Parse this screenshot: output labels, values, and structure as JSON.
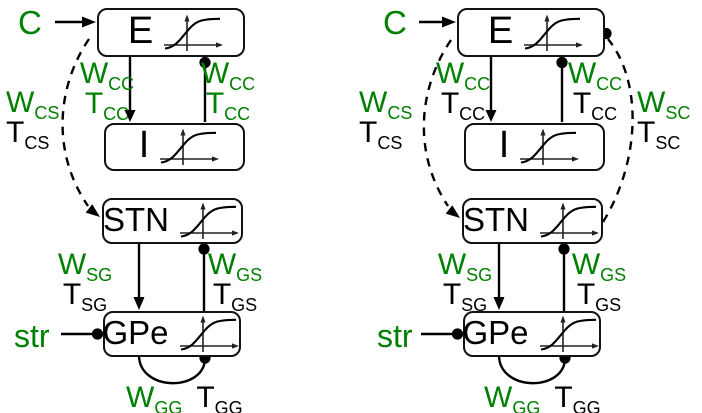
{
  "colors": {
    "green": "#008000",
    "ink": "#000000"
  },
  "left": {
    "input_label": "C",
    "striatum_label": "str",
    "boxes": {
      "e": "E",
      "i": "I",
      "stn": "STN",
      "gpe": "GPe"
    },
    "pairs": {
      "cc_left": {
        "w": "W",
        "w_sub": "CC",
        "w_color": "#008000",
        "t": "T",
        "t_sub": "CC",
        "t_color": "#008000"
      },
      "cc_right": {
        "w": "W",
        "w_sub": "CC",
        "w_color": "#008000",
        "t": "T",
        "t_sub": "CC",
        "t_color": "#008000"
      },
      "cs": {
        "w": "W",
        "w_sub": "CS",
        "w_color": "#008000",
        "t": "T",
        "t_sub": "CS",
        "t_color": "#000000"
      },
      "sg": {
        "w": "W",
        "w_sub": "SG",
        "w_color": "#008000",
        "t": "T",
        "t_sub": "SG",
        "t_color": "#000000"
      },
      "gs": {
        "w": "W",
        "w_sub": "GS",
        "w_color": "#008000",
        "t": "T",
        "t_sub": "GS",
        "t_color": "#000000"
      },
      "gg": {
        "w": "W",
        "w_sub": "GG",
        "w_color": "#008000",
        "t": "T",
        "t_sub": "GG",
        "t_color": "#000000"
      }
    }
  },
  "right": {
    "input_label": "C",
    "striatum_label": "str",
    "boxes": {
      "e": "E",
      "i": "I",
      "stn": "STN",
      "gpe": "GPe"
    },
    "pairs": {
      "cc_left": {
        "w": "W",
        "w_sub": "CC",
        "w_color": "#008000",
        "t": "T",
        "t_sub": "CC",
        "t_color": "#000000"
      },
      "cc_right": {
        "w": "W",
        "w_sub": "CC",
        "w_color": "#008000",
        "t": "T",
        "t_sub": "CC",
        "t_color": "#000000"
      },
      "cs": {
        "w": "W",
        "w_sub": "CS",
        "w_color": "#008000",
        "t": "T",
        "t_sub": "CS",
        "t_color": "#000000"
      },
      "sc": {
        "w": "W",
        "w_sub": "SC",
        "w_color": "#008000",
        "t": "T",
        "t_sub": "SC",
        "t_color": "#000000"
      },
      "sg": {
        "w": "W",
        "w_sub": "SG",
        "w_color": "#008000",
        "t": "T",
        "t_sub": "SG",
        "t_color": "#000000"
      },
      "gs": {
        "w": "W",
        "w_sub": "GS",
        "w_color": "#008000",
        "t": "T",
        "t_sub": "GS",
        "t_color": "#000000"
      },
      "gg": {
        "w": "W",
        "w_sub": "GG",
        "w_color": "#008000",
        "t": "T",
        "t_sub": "GG",
        "t_color": "#000000"
      }
    }
  }
}
